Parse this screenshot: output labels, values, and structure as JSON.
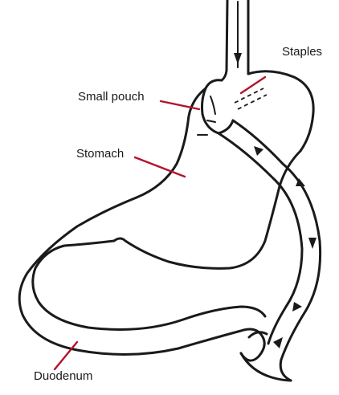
{
  "labels": {
    "staples": "Staples",
    "small_pouch": "Small pouch",
    "stomach": "Stomach",
    "duodenum": "Duodenum"
  },
  "colors": {
    "outline": "#1a1a1a",
    "leader_line": "#b5122b",
    "background": "#ffffff"
  }
}
